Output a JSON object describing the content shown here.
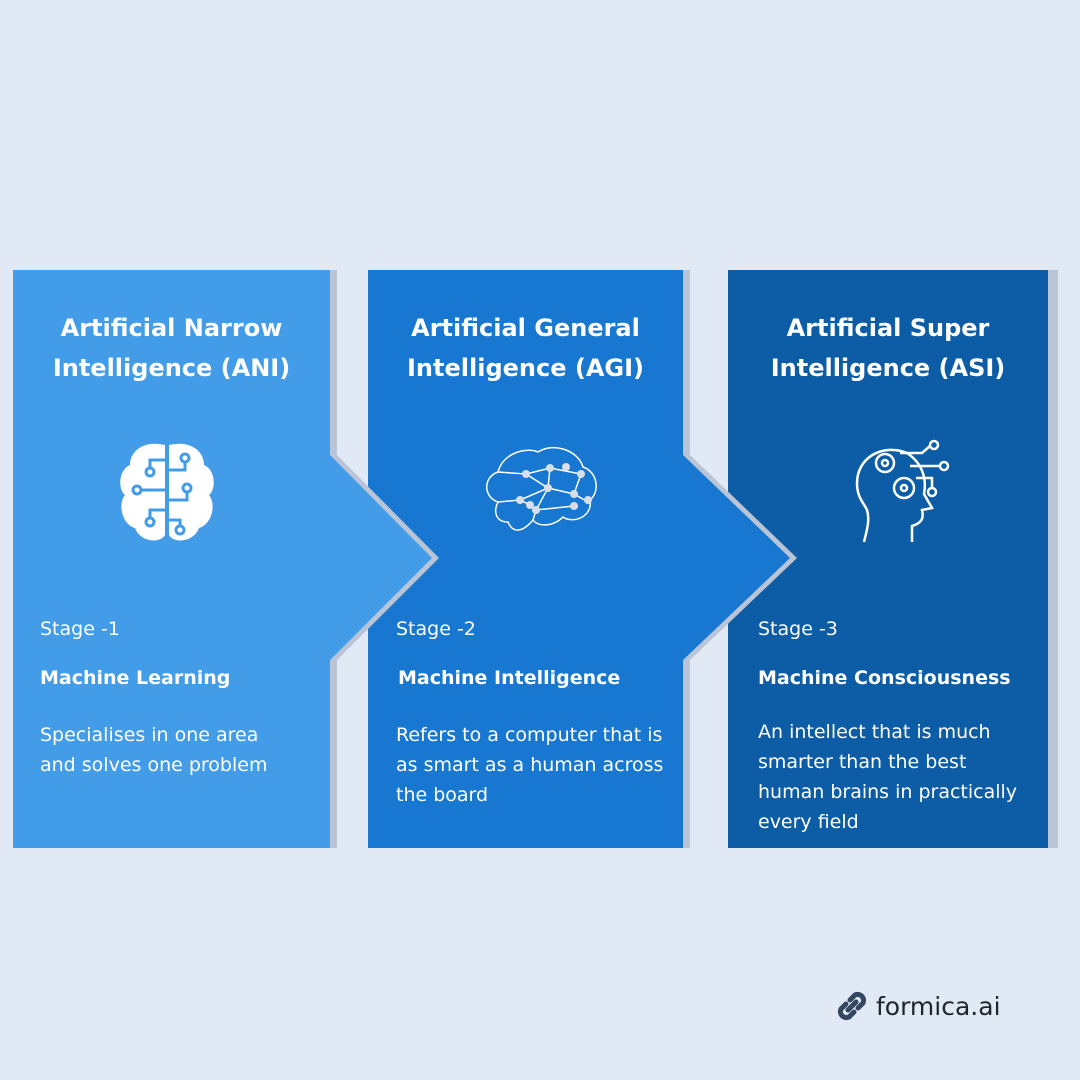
{
  "stages": [
    {
      "title_l1": "Artificial Narrow",
      "title_l2": "Intelligence (ANI)",
      "stage": "Stage -1",
      "subtitle": "Machine Learning",
      "description": "Specialises in one area and solves one problem",
      "icon": "brain-circuit-icon",
      "color": "#439ce8"
    },
    {
      "title_l1": "Artificial General",
      "title_l2": "Intelligence (AGI)",
      "stage": "Stage -2",
      "subtitle": "Machine Intelligence",
      "description": "Refers to a computer that is as smart as a human across the board",
      "icon": "brain-network-icon",
      "color": "#1877d0"
    },
    {
      "title_l1": "Artificial Super",
      "title_l2": "Intelligence (ASI)",
      "stage": "Stage -3",
      "subtitle": "Machine Consciousness",
      "description": "An intellect that is much smarter than the best human brains in practically  every field",
      "icon": "head-gears-icon",
      "color": "#0d5ca6"
    }
  ],
  "brand": {
    "name": "formica.ai",
    "icon": "link-icon"
  }
}
